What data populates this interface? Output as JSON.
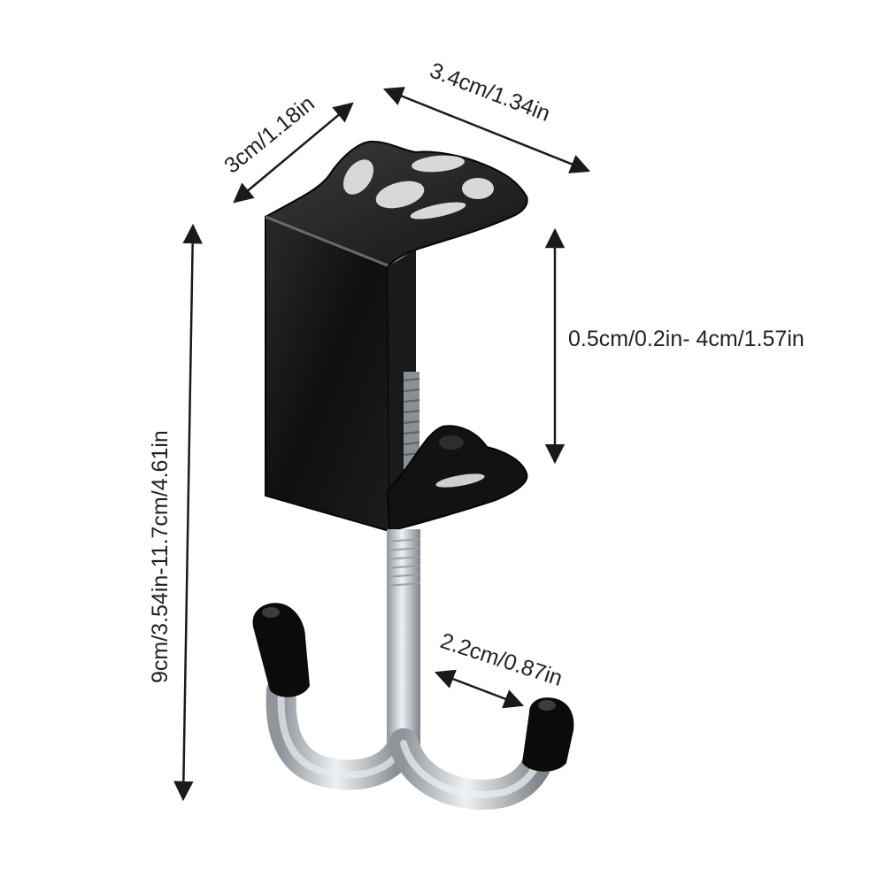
{
  "dimensions": {
    "depth": "3cm/1.18in",
    "width": "3.4cm/1.34in",
    "clamp_opening": "0.5cm/0.2in- 4cm/1.57in",
    "total_height": "9cm/3.54in-11.7cm/4.61in",
    "hook_spacing": "2.2cm/0.87in"
  },
  "colors": {
    "bracket": "#111111",
    "metal": "#c9ced3",
    "cap": "#0b0b0b",
    "arrow": "#1a1a1a",
    "background": "#ffffff"
  }
}
